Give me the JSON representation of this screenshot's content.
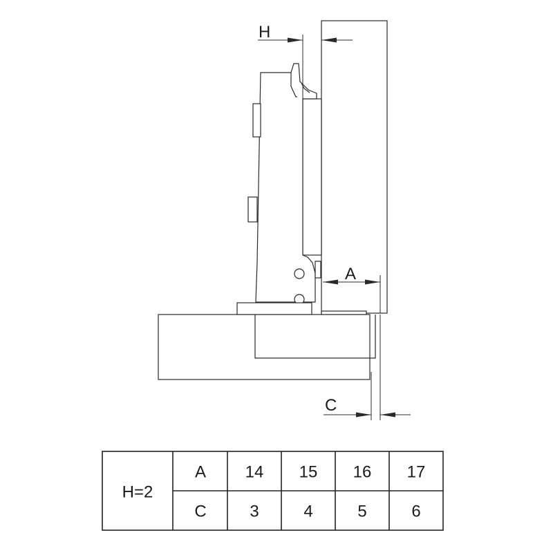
{
  "labels": {
    "h": "H",
    "a": "A",
    "c": "C"
  },
  "table": {
    "condition": "H=2",
    "rows": [
      {
        "name": "A",
        "values": [
          "14",
          "15",
          "16",
          "17"
        ]
      },
      {
        "name": "C",
        "values": [
          "3",
          "4",
          "5",
          "6"
        ]
      }
    ]
  },
  "colors": {
    "line": "#2a2a2a",
    "background": "#ffffff"
  }
}
